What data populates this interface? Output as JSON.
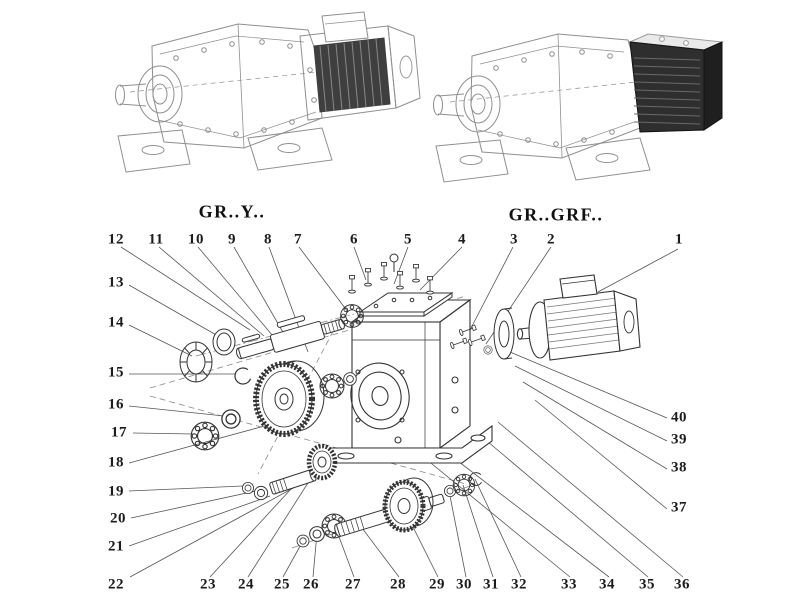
{
  "diagram": {
    "left_variant_label": "GR..Y..",
    "right_variant_label": "GR..GRF.."
  },
  "callouts": {
    "top": [
      "12",
      "11",
      "10",
      "9",
      "8",
      "7",
      "6",
      "5",
      "4",
      "3",
      "2",
      "1"
    ],
    "left": [
      "13",
      "14",
      "15",
      "16",
      "17",
      "18",
      "19",
      "20",
      "21",
      "22"
    ],
    "bottom": [
      "23",
      "24",
      "25",
      "26",
      "27",
      "28",
      "29",
      "30",
      "31",
      "32",
      "33",
      "34",
      "35",
      "36"
    ],
    "right": [
      "40",
      "39",
      "38",
      "37"
    ]
  }
}
